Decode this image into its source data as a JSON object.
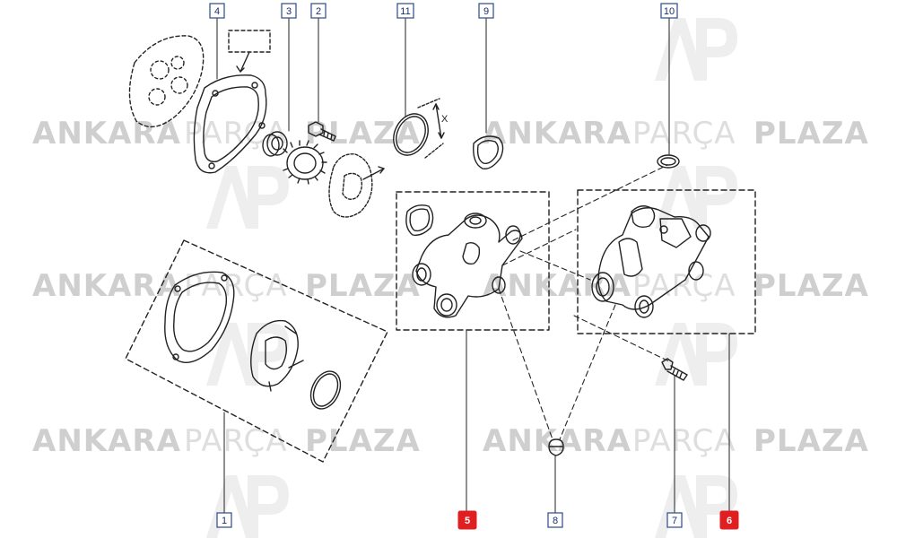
{
  "watermark": {
    "word_a": "ANKARA",
    "word_b": "PARÇA",
    "word_c": "PLAZA",
    "logo_letters": "AP",
    "bold_color": "#cfcfcf",
    "light_color": "#dedede",
    "logo_color": "#eeeeee"
  },
  "callouts": [
    {
      "id": "c4",
      "label": "4"
    },
    {
      "id": "c3",
      "label": "3"
    },
    {
      "id": "c2",
      "label": "2"
    },
    {
      "id": "c11",
      "label": "11"
    },
    {
      "id": "c9",
      "label": "9"
    },
    {
      "id": "c10",
      "label": "10"
    },
    {
      "id": "c1",
      "label": "1"
    },
    {
      "id": "c5",
      "label": "5",
      "highlighted": true
    },
    {
      "id": "c8",
      "label": "8"
    },
    {
      "id": "c7",
      "label": "7"
    },
    {
      "id": "c6",
      "label": "6",
      "highlighted": true
    }
  ],
  "dimension_label": "X",
  "colors": {
    "line": "#222222",
    "callout_border": "#2a4a8a",
    "callout_text": "#1a2f66",
    "highlight": "#e02020",
    "highlight_text": "#ffffff"
  }
}
